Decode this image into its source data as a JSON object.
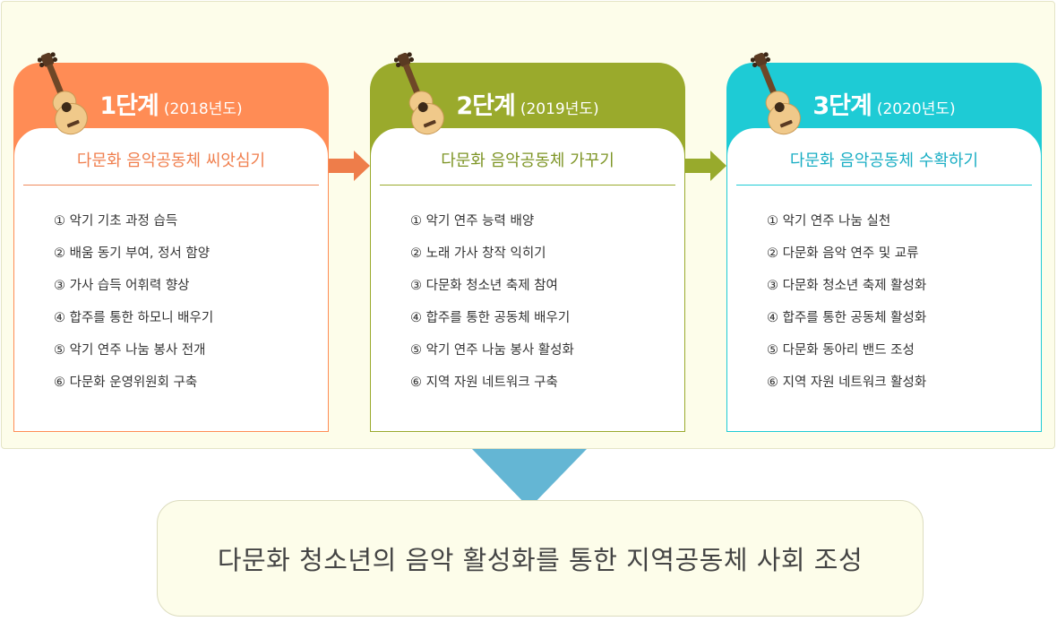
{
  "stages": [
    {
      "level": "1단계",
      "year": "(2018년도)",
      "subtitle": "다문화 음악공동체 씨앗심기",
      "items": [
        "① 악기 기초 과정 습득",
        "② 배움 동기 부여, 정서 함양",
        "③ 가사 습득 어휘력 향상",
        "④ 합주를 통한 하모니 배우기",
        "⑤ 악기 연주 나눔 봉사 전개",
        "⑥ 다문화 운영위원회 구축"
      ]
    },
    {
      "level": "2단계",
      "year": "(2019년도)",
      "subtitle": "다문화 음악공동체 가꾸기",
      "items": [
        "① 악기 연주 능력 배양",
        "② 노래 가사 창작 익히기",
        "③ 다문화 청소년 축제 참여",
        "④ 합주를 통한 공동체 배우기",
        "⑤ 악기 연주 나눔 봉사 활성화",
        "⑥ 지역 자원 네트워크 구축"
      ]
    },
    {
      "level": "3단계",
      "year": "(2020년도)",
      "subtitle": "다문화 음악공동체 수확하기",
      "items": [
        "① 악기 연주 나눔 실천",
        "② 다문화 음악 연주 및 교류",
        "③ 다문화 청소년 축제 활성화",
        "④ 합주를 통한 공동체 활성화",
        "⑤ 다문화 동아리 밴드 조성",
        "⑥ 지역 자원 네트워크 활성화"
      ]
    }
  ],
  "result": "다문화 청소년의 음악 활성화를 통한 지역공동체 사회 조성",
  "colors": {
    "stage1": "#ff8c55",
    "stage2": "#9aaa2c",
    "stage3": "#1ecbd5",
    "down_arrow": "#64b6d4",
    "panel_bg": "#fdfdea"
  },
  "icons": {
    "stage_icon": "ukulele-icon",
    "flow_arrow": "right-arrow-icon",
    "result_arrow": "down-arrow-icon"
  }
}
